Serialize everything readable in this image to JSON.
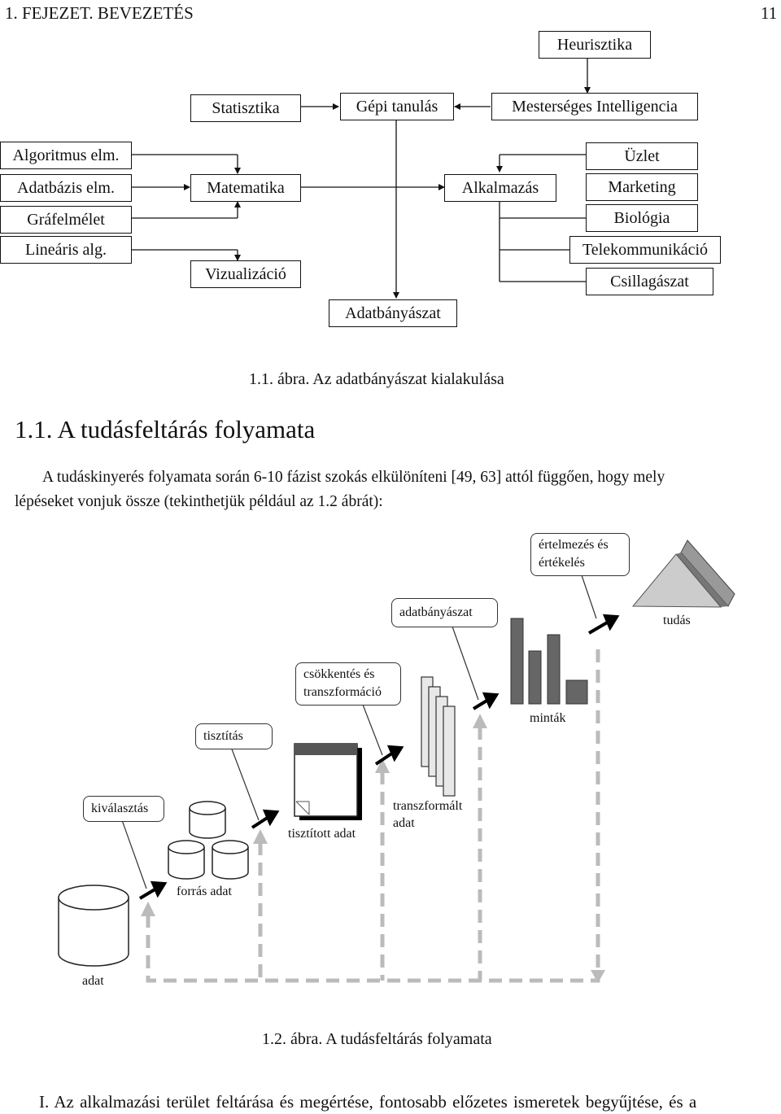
{
  "header": {
    "chapter": "1. FEJEZET.  BEVEZETÉS",
    "page_number": "11"
  },
  "figure1": {
    "boxes": {
      "heurisztika": "Heurisztika",
      "statisztika": "Statisztika",
      "gepi_tanulas": "Gépi tanulás",
      "mesterseges_intelligencia": "Mesterséges Intelligencia",
      "algoritmus": "Algoritmus elm.",
      "adatbazis": "Adatbázis elm.",
      "grafelmelet": "Gráfelmélet",
      "linearis": "Lineáris alg.",
      "matematika": "Matematika",
      "alkalmazas": "Alkalmazás",
      "uzlet": "Üzlet",
      "marketing": "Marketing",
      "biologia": "Biológia",
      "telekommunikacio": "Telekommunikáció",
      "csillagaszat": "Csillagászat",
      "vizualizacio": "Vizualizáció",
      "adatbanyaszat": "Adatbányászat"
    },
    "caption": "1.1. ábra. Az adatbányászat kialakulása"
  },
  "section": {
    "title": "1.1.  A tudásfeltárás folyamata"
  },
  "paragraph": {
    "line1": "A tudáskinyerés folyamata során 6-10 fázist szokás elkülöníteni [49, 63] attól függően, hogy mely",
    "line2": "lépéseket vonjuk össze (tekinthetjük például az 1.2 ábrát):"
  },
  "figure2": {
    "callouts": {
      "ertelmezes_line1": "értelmezés és",
      "ertelmezes_line2": "értékelés",
      "adatbanyaszat": "adatbányászat",
      "csokkentes_line1": "csökkentés és",
      "csokkentes_line2": "transzformáció",
      "tisztitas": "tisztítás",
      "kivalasztas": "kiválasztás"
    },
    "labels": {
      "tudas": "tudás",
      "mintak": "minták",
      "transzformalt_line1": "transzformált",
      "transzformalt_line2": "adat",
      "tisztitott_adat": "tisztított adat",
      "forras_adat": "forrás adat",
      "adat": "adat"
    },
    "caption": "1.2. ábra. A tudásfeltárás folyamata"
  },
  "footer_text": "I.  Az alkalmazási terület feltárása és megértése, fontosabb előzetes ismeretek begyűjtése, és a"
}
